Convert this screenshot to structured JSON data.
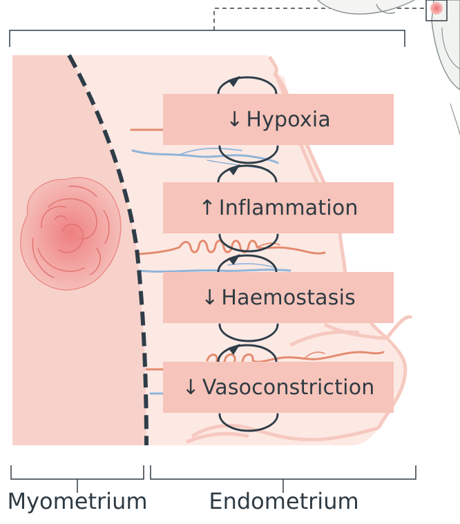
{
  "effects": [
    {
      "arrow": "↓",
      "label": "Hypoxia"
    },
    {
      "arrow": "↑",
      "label": "Inflammation"
    },
    {
      "arrow": "↓",
      "label": "Haemostasis"
    },
    {
      "arrow": "↓",
      "label": "Vasoconstriction"
    }
  ],
  "regions": {
    "myometrium": "Myometrium",
    "endometrium": "Endometrium"
  },
  "colors": {
    "myometrium_fill": "#f7d2cb",
    "endometrium_fill": "#fde9e4",
    "box_fill": "#f6c4ba",
    "dashed_line": "#2e3d48",
    "artery": "#e48a6e",
    "vein": "#8fb4d8",
    "fibroid": "#ef9c9a",
    "text": "#2e3a43"
  }
}
